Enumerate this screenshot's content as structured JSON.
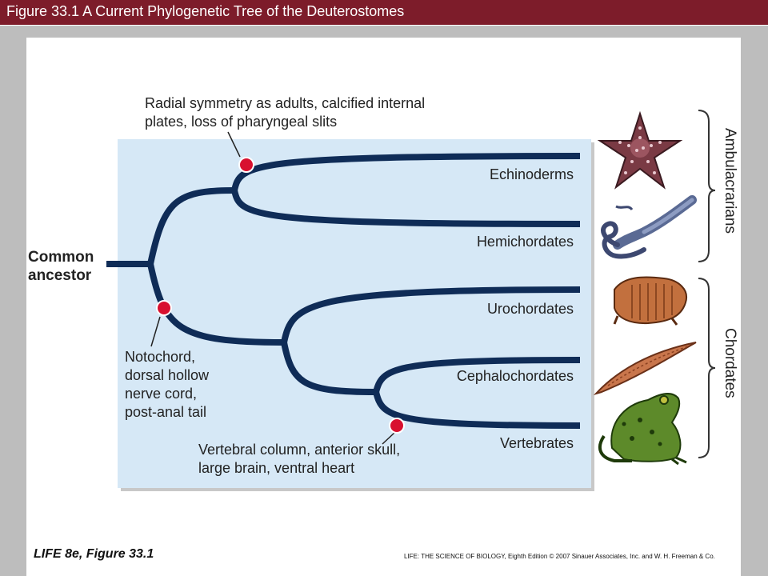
{
  "header": {
    "title": "Figure 33.1 A Current Phylogenetic Tree of the Deuterostomes"
  },
  "tree": {
    "root_label_line1": "Common",
    "root_label_line2": "ancestor",
    "taxa": [
      "Echinoderms",
      "Hemichordates",
      "Urochordates",
      "Cephalochordates",
      "Vertebrates"
    ],
    "groups": [
      "Ambulacrarians",
      "Chordates"
    ],
    "characters": {
      "ambulacraria_line1": "Radial symmetry as adults, calcified internal",
      "ambulacraria_line2": "plates, loss of pharyngeal slits",
      "chordata_line1": "Notochord,",
      "chordata_line2": "dorsal hollow",
      "chordata_line3": "nerve cord,",
      "chordata_line4": "post-anal tail",
      "vertebrata_line1": "Vertebral column, anterior skull,",
      "vertebrata_line2": "large brain, ventral heart"
    }
  },
  "footer": {
    "left": "LIFE 8e, Figure 33.1",
    "right": "LIFE: THE SCIENCE OF BIOLOGY, Eighth Edition  © 2007 Sinauer Associates, Inc. and W. H. Freeman & Co."
  },
  "colors": {
    "title_bar": "#7d1c2a",
    "panel": "#d6e8f6",
    "branch": "#0f2c57",
    "synapomorphy_dot": "#d8102f"
  },
  "icons": [
    "starfish-icon",
    "acorn-worm-icon",
    "tunicate-icon",
    "lancelet-icon",
    "frog-icon"
  ]
}
